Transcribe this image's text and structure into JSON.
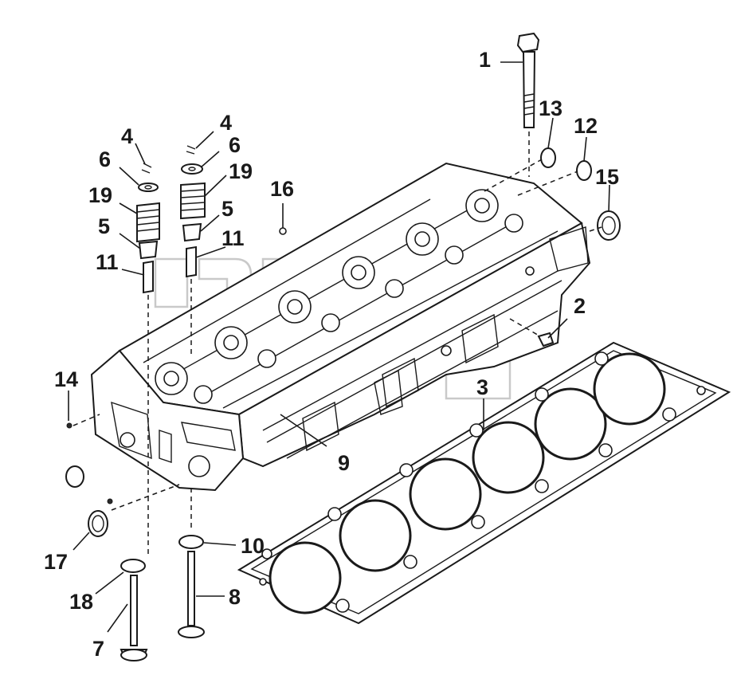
{
  "callouts": {
    "c1": "1",
    "c2": "2",
    "c3": "3",
    "c4a": "4",
    "c4b": "4",
    "c5a": "5",
    "c5b": "5",
    "c6a": "6",
    "c6b": "6",
    "c7": "7",
    "c8": "8",
    "c9": "9",
    "c10": "10",
    "c11a": "11",
    "c11b": "11",
    "c12": "12",
    "c13": "13",
    "c14": "14",
    "c15": "15",
    "c16": "16",
    "c17": "17",
    "c18": "18",
    "c19a": "19",
    "c19b": "19"
  },
  "colors": {
    "line": "#1a1a1a",
    "background": "#ffffff",
    "watermark": "#c9c9c9"
  }
}
